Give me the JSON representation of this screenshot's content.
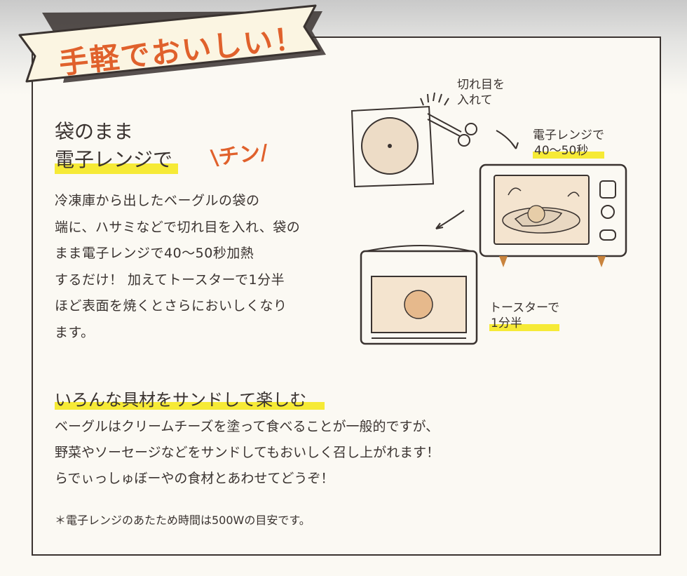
{
  "banner": {
    "title": "手軽でおいしい！"
  },
  "section1": {
    "heading_line1": "袋のまま",
    "heading_line2": "電子レンジで",
    "accent": "\\チン/",
    "body_lines": [
      "冷凍庫から出したベーグルの袋の",
      "端に、ハサミなどで切れ目を入れ、袋の",
      "まま電子レンジで40〜50秒加熱",
      "するだけ！ 加えてトースターで1分半",
      "ほど表面を焼くとさらにおいしくなり",
      "ます。"
    ]
  },
  "illustration": {
    "cut_label_1": "切れ目を",
    "cut_label_2": "入れて",
    "microwave_label_1": "電子レンジで",
    "microwave_label_2": "40〜50秒",
    "toaster_label_1": "トースターで",
    "toaster_label_2": "1分半"
  },
  "section2": {
    "heading": "いろんな具材をサンドして楽しむ",
    "body_lines": [
      "ベーグルはクリームチーズを塗って食べることが一般的ですが、",
      "野菜やソーセージなどをサンドしてもおいしく召し上がれます！",
      "らでぃっしゅぼーやの食材とあわせてどうぞ！"
    ],
    "note": "＊電子レンジのあたため時間は500Wの目安です。"
  },
  "colors": {
    "accent": "#e0612c",
    "highlight": "#f6ea36",
    "ink": "#3a3330",
    "paper": "#fbf9f3"
  }
}
